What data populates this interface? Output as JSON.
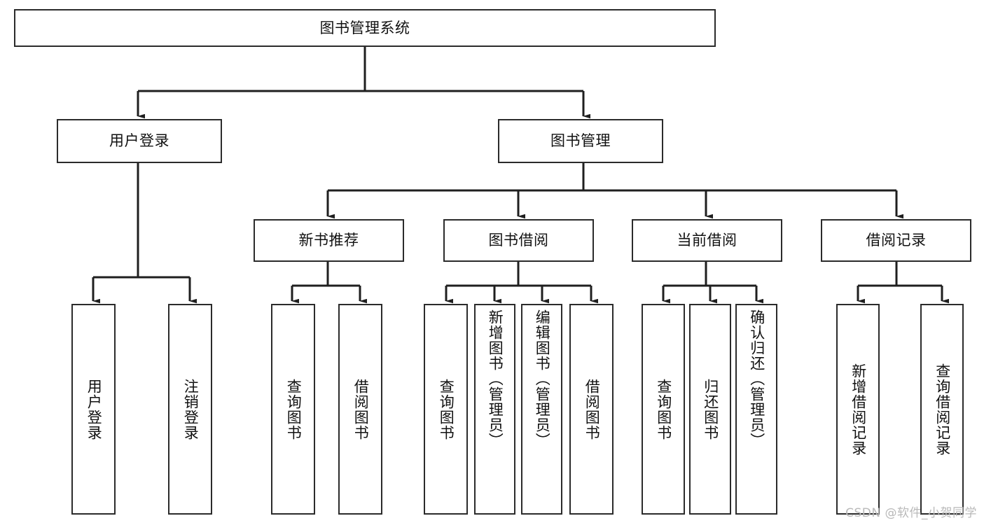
{
  "diagram": {
    "title": "图书管理系统",
    "type": "tree",
    "watermark": "CSDN @软件_小贺同学",
    "colors": {
      "box_border": "#2b2b2b",
      "box_fill": "#ffffff",
      "edge": "#1f1f1f",
      "text": "#111111",
      "watermark": "#b9b9b9",
      "background": "#ffffff"
    },
    "levels": {
      "level1": [
        "图书管理系统"
      ],
      "level2": [
        "用户登录",
        "图书管理"
      ],
      "level3": [
        "新书推荐",
        "图书借阅",
        "当前借阅",
        "借阅记录"
      ],
      "level4": [
        "用户登录",
        "注销登录",
        "查询图书",
        "借阅图书",
        "查询图书",
        "新增图书（管理员）",
        "编辑图书（管理员）",
        "借阅图书",
        "查询图书",
        "归还图书",
        "确认归还（管理员）",
        "新增借阅记录",
        "查询借阅记录"
      ]
    },
    "nodes": {
      "root": {
        "label": "图书管理系统"
      },
      "user_login": {
        "label": "用户登录"
      },
      "book_manage": {
        "label": "图书管理"
      },
      "new_book_rec": {
        "label": "新书推荐"
      },
      "book_borrow": {
        "label": "图书借阅"
      },
      "current_borrow": {
        "label": "当前借阅"
      },
      "borrow_record": {
        "label": "借阅记录"
      },
      "leaf_user_login": {
        "label": "用户登录"
      },
      "leaf_logout": {
        "label": "注销登录"
      },
      "leaf_query_book_a": {
        "label": "查询图书"
      },
      "leaf_borrow_book_a": {
        "label": "借阅图书"
      },
      "leaf_query_book_b": {
        "label": "查询图书"
      },
      "leaf_add_book": {
        "label": "新增图书（管理员）"
      },
      "leaf_edit_book": {
        "label": "编辑图书（管理员）"
      },
      "leaf_borrow_book_b": {
        "label": "借阅图书"
      },
      "leaf_query_book_c": {
        "label": "查询图书"
      },
      "leaf_return_book": {
        "label": "归还图书"
      },
      "leaf_confirm_return": {
        "label": "确认归还（管理员）"
      },
      "leaf_add_record": {
        "label": "新增借阅记录"
      },
      "leaf_query_record": {
        "label": "查询借阅记录"
      }
    },
    "edges": [
      {
        "from": "root",
        "to": "user_login"
      },
      {
        "from": "root",
        "to": "book_manage"
      },
      {
        "from": "user_login",
        "to": "leaf_user_login"
      },
      {
        "from": "user_login",
        "to": "leaf_logout"
      },
      {
        "from": "book_manage",
        "to": "new_book_rec"
      },
      {
        "from": "book_manage",
        "to": "book_borrow"
      },
      {
        "from": "book_manage",
        "to": "current_borrow"
      },
      {
        "from": "book_manage",
        "to": "borrow_record"
      },
      {
        "from": "new_book_rec",
        "to": "leaf_query_book_a"
      },
      {
        "from": "new_book_rec",
        "to": "leaf_borrow_book_a"
      },
      {
        "from": "book_borrow",
        "to": "leaf_query_book_b"
      },
      {
        "from": "book_borrow",
        "to": "leaf_add_book"
      },
      {
        "from": "book_borrow",
        "to": "leaf_edit_book"
      },
      {
        "from": "book_borrow",
        "to": "leaf_borrow_book_b"
      },
      {
        "from": "current_borrow",
        "to": "leaf_query_book_c"
      },
      {
        "from": "current_borrow",
        "to": "leaf_return_book"
      },
      {
        "from": "current_borrow",
        "to": "leaf_confirm_return"
      },
      {
        "from": "borrow_record",
        "to": "leaf_add_record"
      },
      {
        "from": "borrow_record",
        "to": "leaf_query_record"
      }
    ]
  }
}
